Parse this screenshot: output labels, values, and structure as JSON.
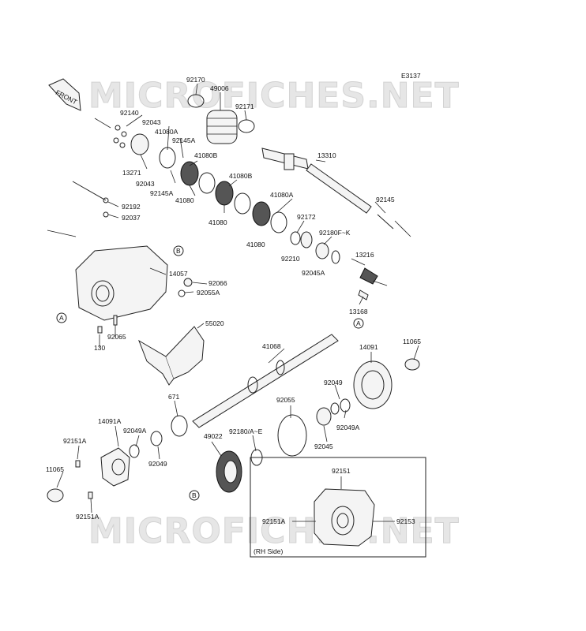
{
  "diagram_code": "E3137",
  "watermark": "MICROFICHES.NET",
  "front_arrow": "FRONT",
  "detail_box_label": "(RH Side)",
  "ref_markers": {
    "a": "A",
    "b": "B"
  },
  "labels": {
    "p92170": "92170",
    "p49006": "49006",
    "p92171": "92171",
    "p92140": "92140",
    "p92043_top": "92043",
    "p41080A_top": "41080A",
    "p92145A_top": "92145A",
    "p41080B_top": "41080B",
    "p13271": "13271",
    "p92043_bot": "92043",
    "p92145A_bot": "92145A",
    "p41080_1": "41080",
    "p41080B_mid": "41080B",
    "p41080_2": "41080",
    "p41080_3": "41080",
    "p41080A_mid": "41080A",
    "p13310": "13310",
    "p92145": "92145",
    "p92172": "92172",
    "p92180FK": "92180F~K",
    "p92210": "92210",
    "p92045A": "92045A",
    "p13216": "13216",
    "p13168": "13168",
    "p92192": "92192",
    "p92037": "92037",
    "p14057": "14057",
    "p92066": "92066",
    "p92055A": "92055A",
    "p92065": "92065",
    "p130": "130",
    "p55020": "55020",
    "p41068": "41068",
    "p14091": "14091",
    "p11065_r": "11065",
    "p92049_r": "92049",
    "p92049A_r": "92049A",
    "p92045": "92045",
    "p92055": "92055",
    "p671": "671",
    "p49022": "49022",
    "p92180AE": "92180/A~E",
    "p14091A": "14091A",
    "p92049A_l": "92049A",
    "p92049_l": "92049",
    "p92151A_t": "92151A",
    "p11065_l": "11065",
    "p92151A_b": "92151A",
    "p92151_box": "92151",
    "p92151A_box": "92151A",
    "p92153_box": "92153"
  }
}
